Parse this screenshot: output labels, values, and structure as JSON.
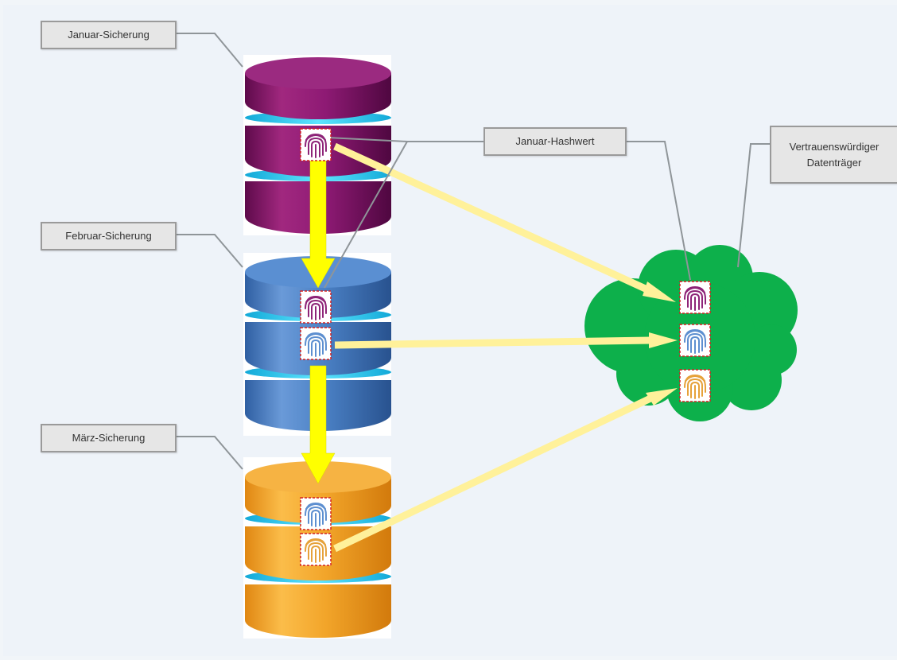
{
  "labels": {
    "january_backup": "Januar-Sicherung",
    "february_backup": "Februar-Sicherung",
    "march_backup": "März-Sicherung",
    "january_hash": "Januar-Hashwert",
    "trusted_media_line1": "Vertrauenswürdiger",
    "trusted_media_line2": "Datenträger"
  },
  "colors": {
    "background": "#f1f5f9",
    "january": "#8e1a74",
    "february": "#4a80c4",
    "march": "#f2a52a",
    "ring": "#32d5f3",
    "cloud": "#0db04b",
    "sequence_arrow": "#ffff00",
    "hash_arrow": "#fff19a",
    "connector": "#8f9599",
    "fingerprint_box_border": "#d42020"
  },
  "icons": {
    "fingerprint": "fingerprint-icon"
  }
}
